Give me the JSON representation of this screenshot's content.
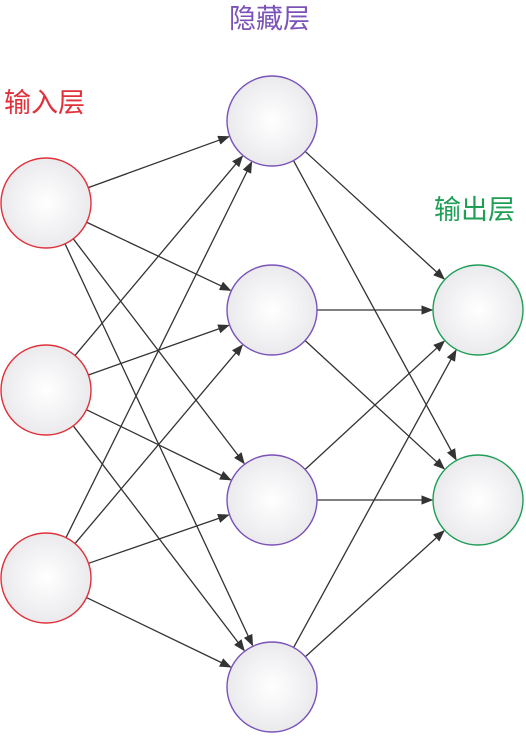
{
  "layers": {
    "input": {
      "label": "输入层",
      "color": "#e0303a",
      "node_count": 3
    },
    "hidden": {
      "label": "隐藏层",
      "color": "#7a52b8",
      "node_count": 4
    },
    "output": {
      "label": "输出层",
      "color": "#1f9e56",
      "node_count": 2
    }
  },
  "connections": "fully-connected",
  "node_fill": "#f2f2f4",
  "edge_color": "#333333"
}
